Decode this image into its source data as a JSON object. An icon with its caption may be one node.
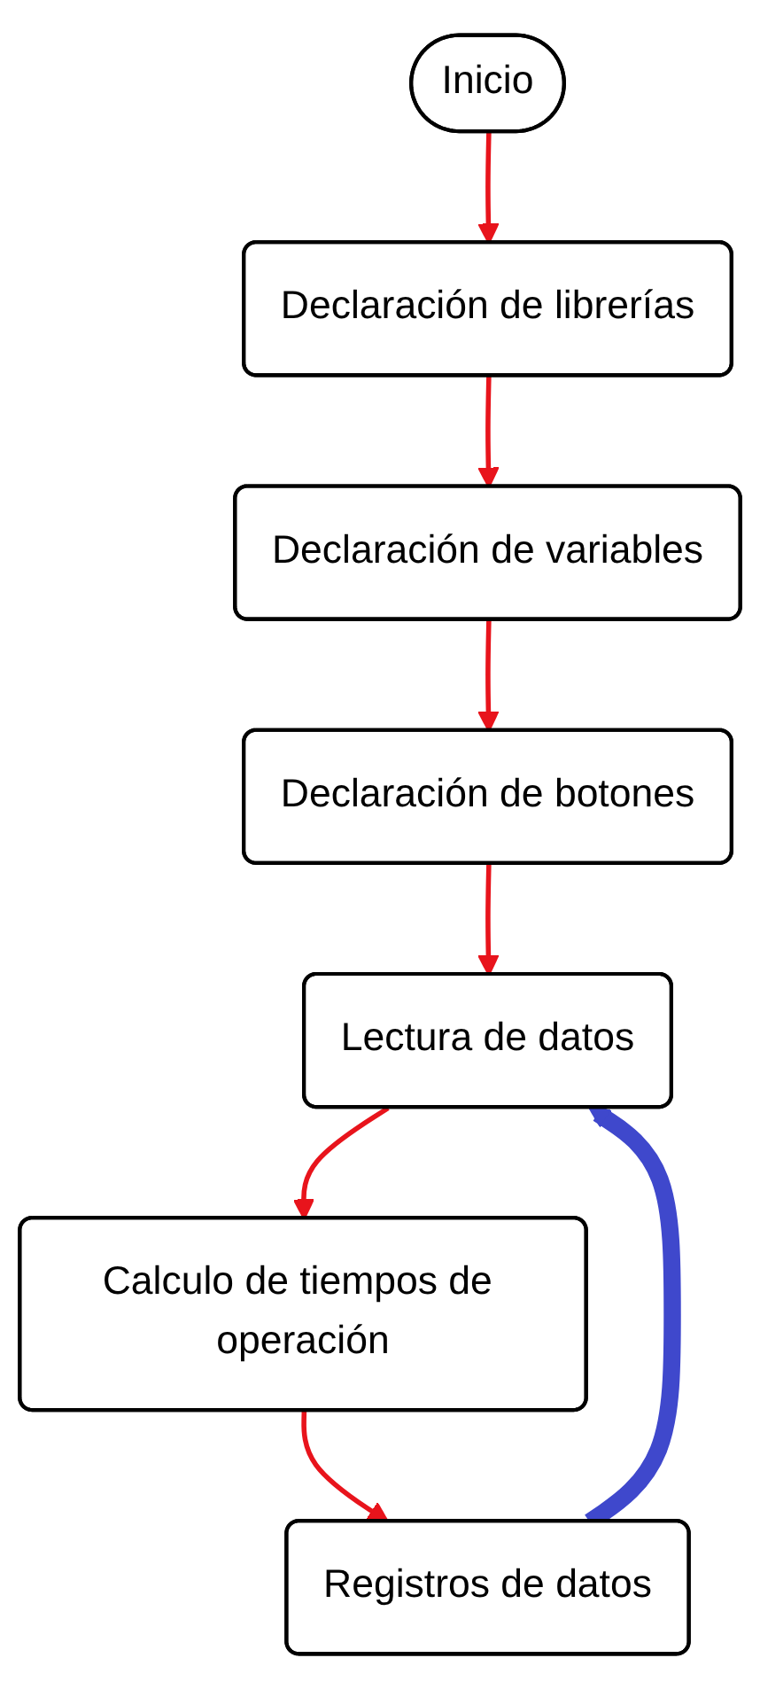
{
  "diagram": {
    "nodes": [
      {
        "text": [
          "Inicio"
        ]
      },
      {
        "text": [
          "Declaración de librerías"
        ]
      },
      {
        "text": [
          "Declaración de variables"
        ]
      },
      {
        "text": [
          "Declaración de botones"
        ]
      },
      {
        "text": [
          "Lectura de datos"
        ]
      },
      {
        "text": [
          "Calculo de tiempos de operación"
        ]
      },
      {
        "text": [
          "Registros de datos"
        ]
      }
    ],
    "edges": [
      {
        "from": 0,
        "to": 1,
        "arrow": "to"
      },
      {
        "from": 1,
        "to": 2,
        "arrow": "to"
      },
      {
        "from": 2,
        "to": 3,
        "arrow": "to"
      },
      {
        "from": 3,
        "to": 4,
        "arrow": "to"
      },
      {
        "from": 4,
        "to": 5,
        "arrow": "to"
      },
      {
        "from": 5,
        "to": 6,
        "arrow": "to"
      },
      {
        "from": 6,
        "to": 4,
        "arrow": "to",
        "style": "thick",
        "color": "#3f48cc"
      }
    ]
  }
}
